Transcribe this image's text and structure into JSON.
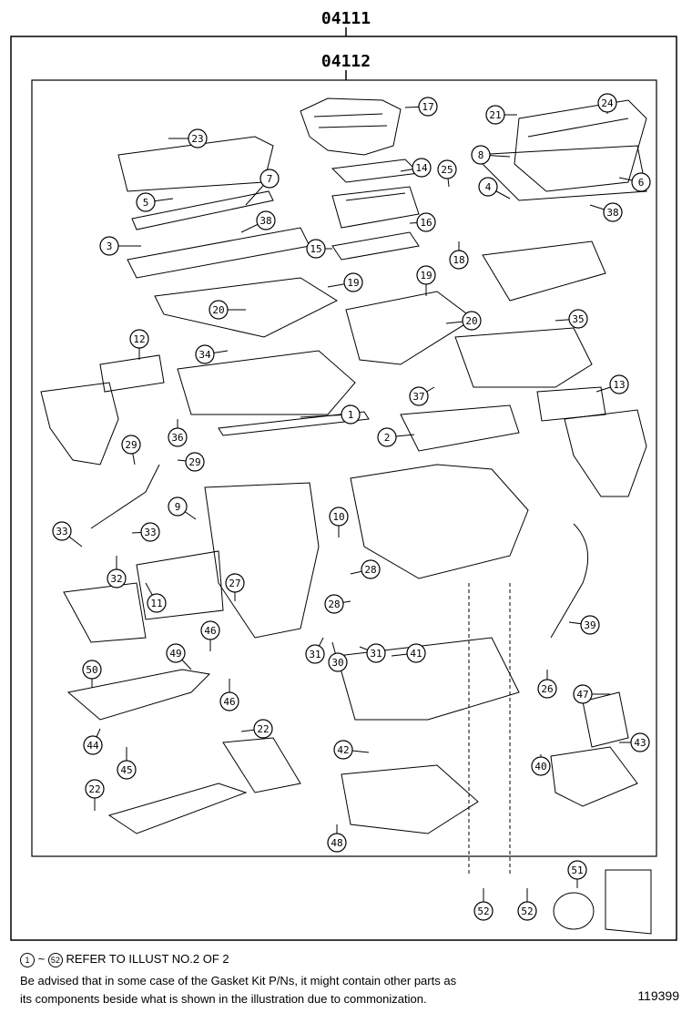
{
  "header": {
    "outer_code": "04111",
    "inner_code": "04112"
  },
  "callouts": [
    "1",
    "2",
    "3",
    "4",
    "5",
    "6",
    "7",
    "8",
    "9",
    "10",
    "11",
    "12",
    "13",
    "14",
    "15",
    "16",
    "17",
    "18",
    "19",
    "19",
    "20",
    "20",
    "21",
    "22",
    "22",
    "23",
    "24",
    "25",
    "26",
    "27",
    "28",
    "28",
    "29",
    "29",
    "30",
    "31",
    "31",
    "32",
    "33",
    "33",
    "34",
    "35",
    "36",
    "37",
    "38",
    "38",
    "39",
    "40",
    "41",
    "42",
    "43",
    "44",
    "45",
    "46",
    "46",
    "47",
    "48",
    "49",
    "50",
    "51",
    "52",
    "52"
  ],
  "footer": {
    "range_start": "1",
    "range_sep": "~",
    "range_end": "52",
    "refer_text": "REFER TO ILLUST NO.2 OF 2",
    "advice_line1": "Be advised that in some case of the Gasket Kit P/Ns,  it might contain other parts as",
    "advice_line2": "its components beside what is shown in the illustration due to commonization.",
    "illustration_number": "119399"
  }
}
